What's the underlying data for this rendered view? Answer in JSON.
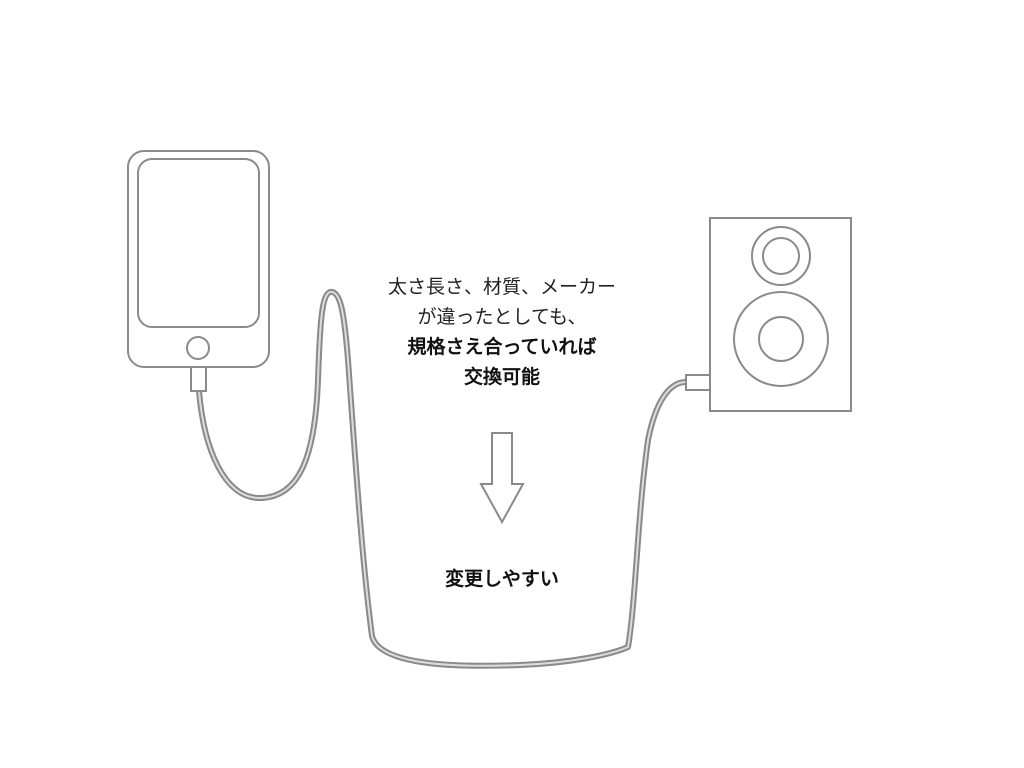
{
  "caption": {
    "line1": "太さ長さ、材質、メーカー",
    "line2": "が違ったとしても、",
    "line3": "規格さえ合っていれば",
    "line4": "交換可能"
  },
  "result": {
    "label": "変更しやすい"
  },
  "colors": {
    "stroke": "#8a8a8a",
    "cable_inner": "#d8d8d8",
    "background": "#ffffff",
    "text": "#222222"
  },
  "icons": {
    "phone": "smartphone-icon",
    "speaker": "speaker-icon",
    "arrow": "down-arrow-icon"
  }
}
